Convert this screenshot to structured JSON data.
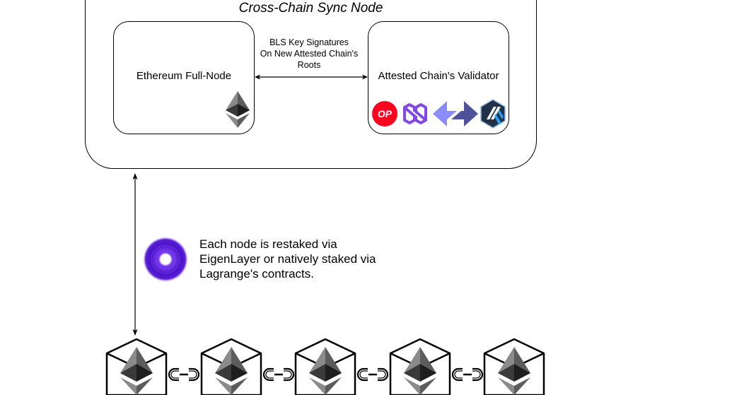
{
  "diagram": {
    "sync_node": {
      "title": "Cross-Chain Sync Node",
      "left_node": {
        "label": "Ethereum Full-Node",
        "icon": "ethereum-icon"
      },
      "right_node": {
        "label": "Attested Chain's Validator",
        "icons": [
          "optimism-icon",
          "polygon-icon",
          "zksync-icon",
          "arbitrum-icon"
        ],
        "icon_text": {
          "optimism": "OP"
        }
      },
      "edge_label_lines": [
        "BLS Key Signatures",
        "On New Attested Chain's",
        "Roots"
      ]
    },
    "staking_note": {
      "icon": "eigenlayer-icon",
      "lines": [
        "Each node is restaked via",
        "EigenLayer or natively staked via",
        "Lagrange's contracts."
      ]
    },
    "chain": {
      "block_count": 5,
      "block_icon": "ethereum-block-icon",
      "link_icon": "chain-link-icon"
    },
    "colors": {
      "optimism": "#ff0420",
      "polygon": "#8247e5",
      "zksync_light": "#8c8dfc",
      "zksync_dark": "#4e529a",
      "arbitrum_bg": "#213147",
      "arbitrum_blue": "#28a0f0",
      "eigen_purple": "#5b1fd6"
    }
  }
}
